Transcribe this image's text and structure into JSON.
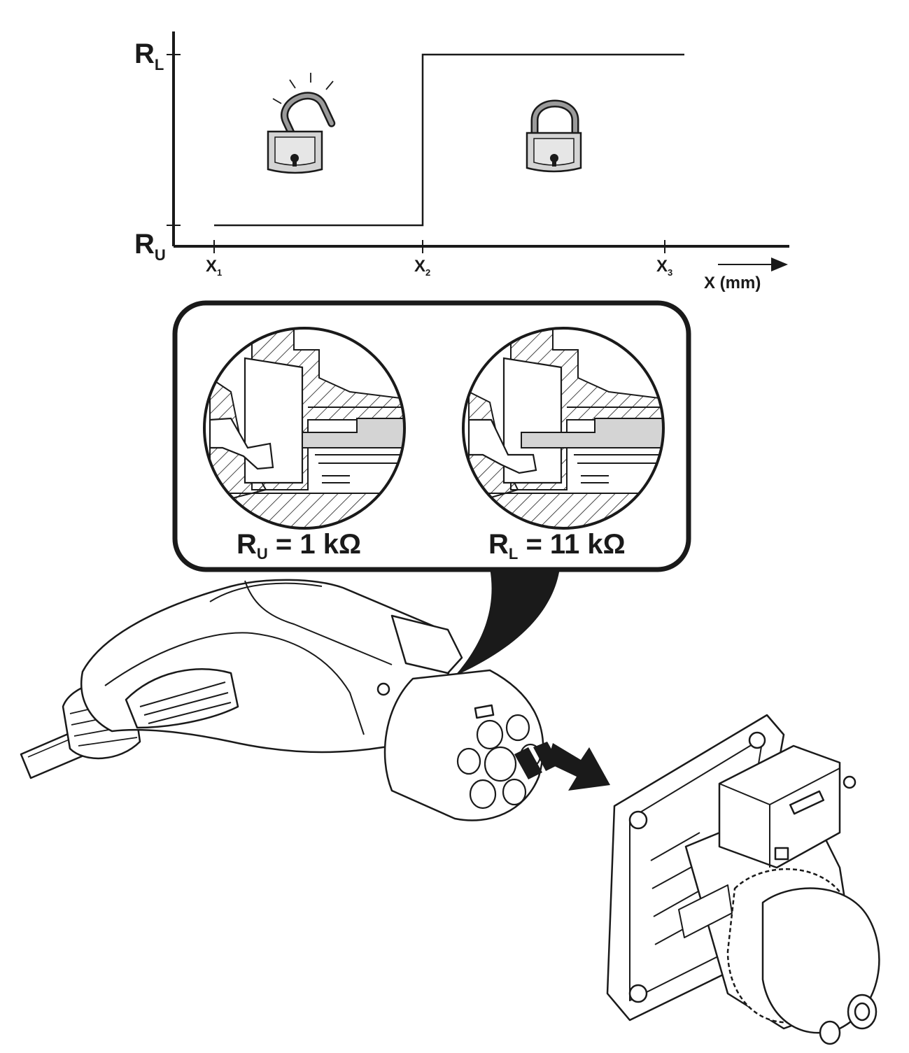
{
  "graph": {
    "y_upper": {
      "main": "R",
      "sub": "L"
    },
    "y_lower": {
      "main": "R",
      "sub": "U"
    },
    "x_ticks": [
      {
        "main": "X",
        "sub": "1"
      },
      {
        "main": "X",
        "sub": "2"
      },
      {
        "main": "X",
        "sub": "3"
      }
    ],
    "x_axis_label": "X (mm)",
    "icons": {
      "left": "unlocked-padlock-icon",
      "right": "locked-padlock-icon"
    }
  },
  "detail": {
    "left": {
      "main": "R",
      "sub": "U",
      "value": " = 1 kΩ"
    },
    "right": {
      "main": "R",
      "sub": "L",
      "value": " = 11 kΩ"
    }
  },
  "illustration": {
    "plug": "charging-plug-icon",
    "inlet": "charging-inlet-socket-icon",
    "motion": "insertion-arrow-icon"
  },
  "colors": {
    "line": "#1a1a1a",
    "fill_gray": "#d4d4d4",
    "lock_gray": "#9a9a9a"
  }
}
